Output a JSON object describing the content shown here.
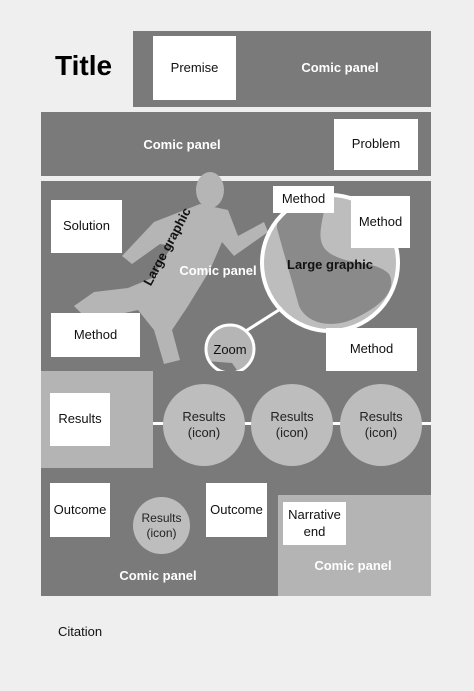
{
  "title": "Title",
  "citation": "Citation",
  "premise": "Premise",
  "comic_panel": "Comic panel",
  "problem": "Problem",
  "solution": "Solution",
  "method": "Method",
  "large_graphic": "Large graphic",
  "zoom": "Zoom",
  "results": "Results",
  "results_icon": [
    "Results",
    "(icon)"
  ],
  "outcome": "Outcome",
  "narrative_end": [
    "Narrative",
    "end"
  ],
  "colors": {
    "background": "#efefef",
    "panel_dark": "#7a7a7a",
    "panel_light": "#b4b4b4",
    "circle": "#bdbdbd",
    "silhouette": "#b5b5b5",
    "box": "#ffffff"
  },
  "icons": {
    "runner": "running-figure-silhouette",
    "zoom_circle": "magnified-detail-circle"
  }
}
